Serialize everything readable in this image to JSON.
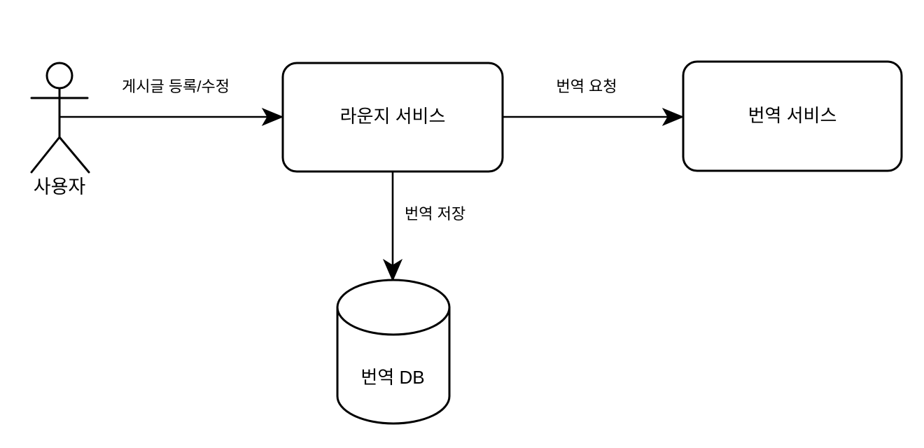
{
  "diagram": {
    "title": "Lounge translation service architecture diagram",
    "background_color": "#ffffff",
    "line_color": "#000000",
    "nodes": {
      "actor": {
        "name": "actor-user",
        "shape": "stick-figure",
        "label": "사용자"
      },
      "lounge_service": {
        "name": "lounge-service",
        "shape": "rounded-rectangle",
        "label": "라운지 서비스"
      },
      "translation_service": {
        "name": "translation-service",
        "shape": "rounded-rectangle",
        "label": "번역 서비스"
      },
      "translation_db": {
        "name": "translation-database",
        "shape": "cylinder",
        "label": "번역 DB"
      }
    },
    "edges": [
      {
        "id": "edge-user-to-lounge",
        "from": "actor",
        "to": "lounge_service",
        "label": "게시글 등록/수정",
        "direction": "right"
      },
      {
        "id": "edge-lounge-to-translation",
        "from": "lounge_service",
        "to": "translation_service",
        "label": "번역 요청",
        "direction": "right"
      },
      {
        "id": "edge-lounge-to-db",
        "from": "lounge_service",
        "to": "translation_db",
        "label": "번역 저장",
        "direction": "down"
      }
    ]
  }
}
